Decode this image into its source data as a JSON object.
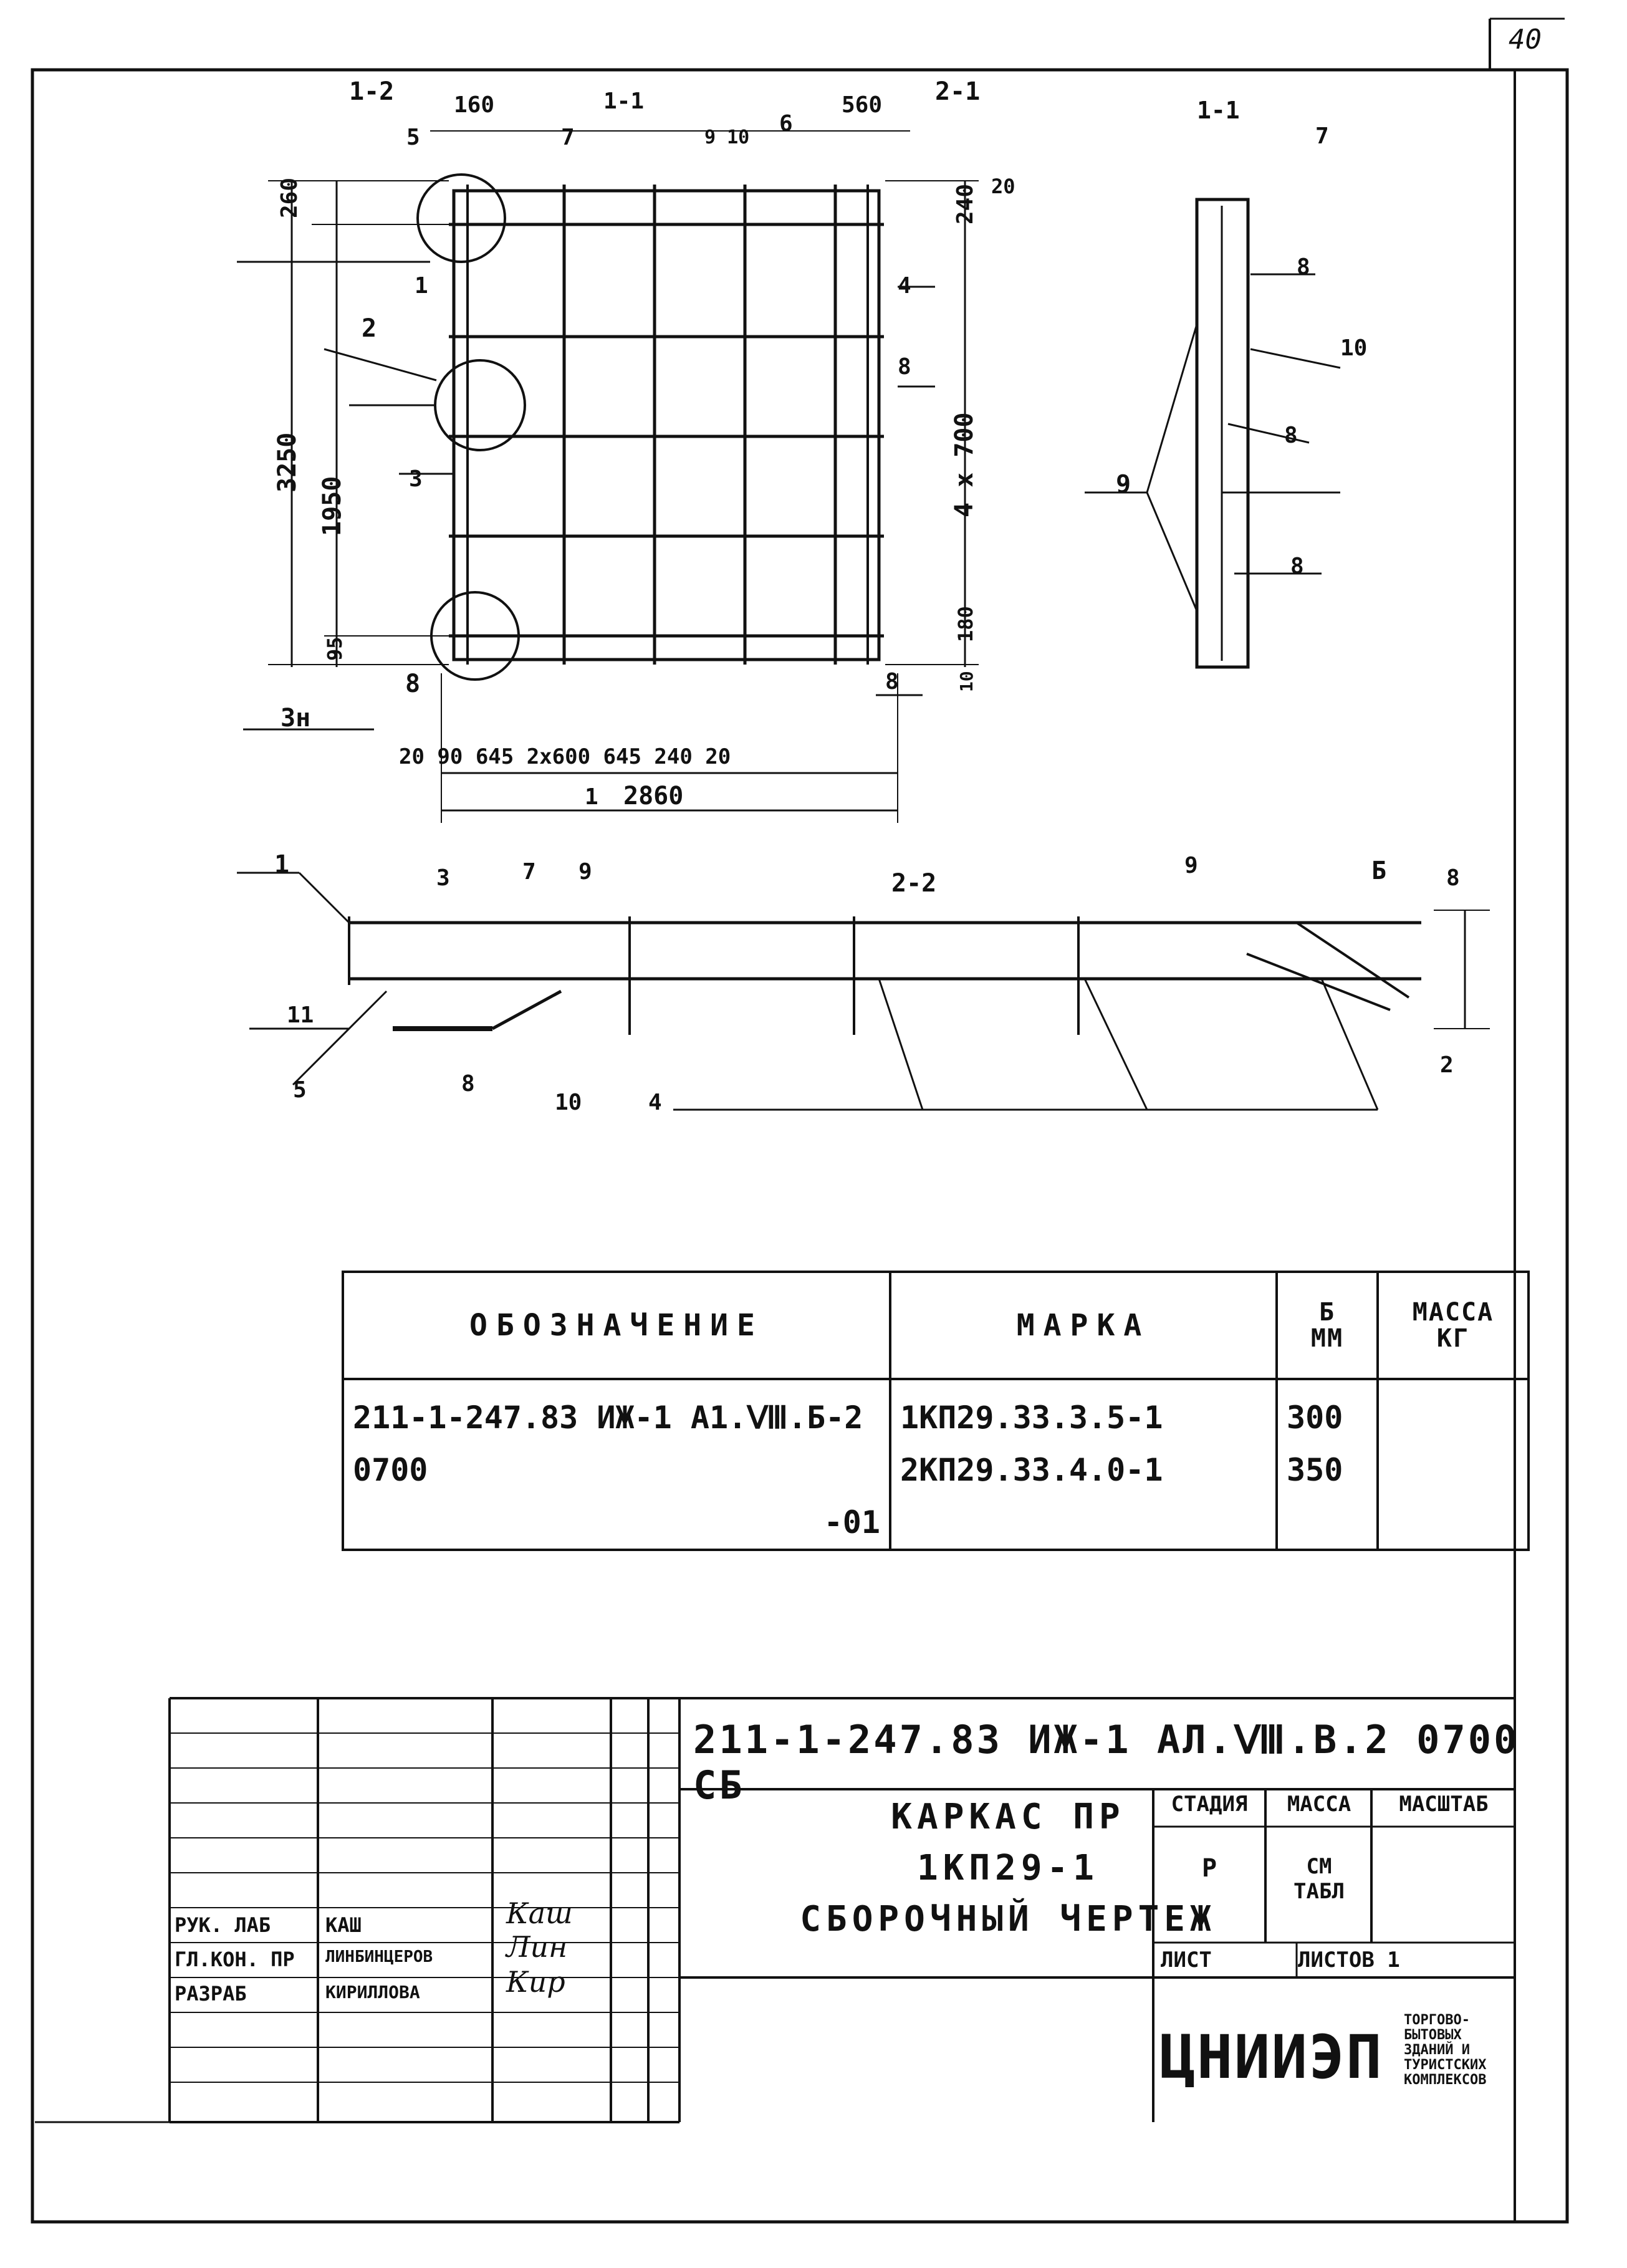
{
  "sheet_number": "40",
  "plan_labels": {
    "cut_top_left": "1-2",
    "dim_160": "160",
    "cut_top_a": "1-1",
    "pos_9_10": "9 10",
    "pos_6": "6",
    "dim_560": "560",
    "cut_top_right": "2-1",
    "pos_5": "5",
    "pos_7": "7",
    "dim_260": "260",
    "dim_240": "240",
    "dim_20": "20",
    "pos_1": "1",
    "pos_4": "4",
    "pos_2": "2",
    "pos_3": "3",
    "dim_3250": "3250",
    "dim_1950": "1950",
    "dim_4x700": "4 x 700",
    "dim_95": "95",
    "dim_180": "180",
    "dim_10": "10",
    "pos_8": "8",
    "pos_3n": "3н",
    "bottom_dims": "20  90  645  2х600   645  240  20",
    "dim_2860": "2860",
    "section_label": "1"
  },
  "section_11": {
    "title": "1-1",
    "pos_7": "7",
    "pos_8": "8",
    "pos_10": "10",
    "pos_9": "9"
  },
  "section_22": {
    "title": "2-2",
    "pos_1": "1",
    "pos_3": "3",
    "pos_7": "7",
    "pos_9": "9",
    "pos_11": "11",
    "pos_5": "5",
    "pos_8": "8",
    "pos_10": "10",
    "pos_4": "4",
    "pos_2": "2",
    "pos_b": "Б",
    "pos_8r": "8"
  },
  "spec_table": {
    "headers": [
      "ОБОЗНАЧЕНИЕ",
      "МАРКА",
      "Б\nММ",
      "МАССА\nКГ"
    ],
    "rows": [
      {
        "designation": "211-1-247.83 ИЖ-1 А1.Ⅷ.Б-2 0700",
        "mark": "1КП29.33.3.5-1",
        "b": "300",
        "mass": ""
      },
      {
        "designation": "-01",
        "mark": "2КП29.33.4.0-1",
        "b": "350",
        "mass": ""
      }
    ]
  },
  "title_block": {
    "document_code": "211-1-247.83 ИЖ-1 АЛ.Ⅷ.В.2   0700   СБ",
    "title_line1": "КАРКАС ПР",
    "title_line2": "1КП29-1",
    "title_line3": "СБОРОЧНЫЙ ЧЕРТЕЖ",
    "stage_header": "СТАДИЯ",
    "mass_header": "МАССА",
    "scale_header": "МАСШТАБ",
    "stage_value": "Р",
    "mass_value": "СМ\nТАБЛ",
    "sheet_label": "ЛИСТ",
    "sheets_label": "ЛИСТОВ 1",
    "org_name": "ЦНИИЭП",
    "org_subtitle": "ТОРГОВО-\nБЫТОВЫХ\nЗДАНИЙ И\nТУРИСТСКИХ\nКОМПЛЕКСОВ",
    "roles": [
      {
        "role": "РУК. ЛАБ",
        "name": "КАШ"
      },
      {
        "role": "ГЛ.КОН. ПР",
        "name": "ЛИНБИНЦЕРОВ"
      },
      {
        "role": "РАЗРАБ",
        "name": "КИРИЛЛОВА"
      }
    ],
    "signatures": [
      "Каш",
      "Лин",
      "Кир"
    ]
  }
}
